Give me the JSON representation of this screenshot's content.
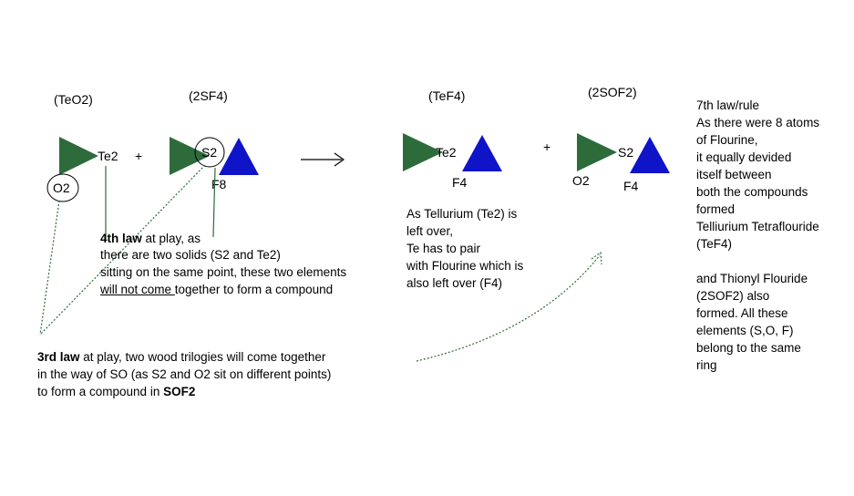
{
  "colors": {
    "wood": "#2e6b3a",
    "fire": "#0f14c8",
    "connector": "#2e6b3a",
    "line": "#000000"
  },
  "compounds": {
    "teo2": {
      "heading": "(TeO2)",
      "solid_label": "Te2",
      "ring_label": "O2"
    },
    "sf4": {
      "heading": "(2SF4)",
      "ring_label": "S2",
      "fire_label": "F8"
    },
    "tef4": {
      "heading": "(TeF4)",
      "solid_label": "Te2",
      "fire_label": "F4"
    },
    "sof2": {
      "heading": "(2SOF2)",
      "solid_label": "S2",
      "o_label": "O2",
      "fire_label": "F4"
    }
  },
  "operators": {
    "plus1": "+",
    "plus2": "+"
  },
  "law4": {
    "bold": "4th law",
    "line1_rest": " at play, as",
    "line2": "there are two solids (S2 and Te2)",
    "line3": "sitting on the same point, these two elements",
    "line4_underlined": "will not come ",
    "line4_rest": "together to form a compound"
  },
  "law3": {
    "bold": "3rd law",
    "line1_rest": " at play, two wood trilogies will come together",
    "line2": "in the way of SO (as S2 and O2 sit on different points)",
    "line3_start": "to form a compound in ",
    "line3_bold": "SOF2"
  },
  "tellurium_note": [
    "As Tellurium (Te2) is",
    "left over,",
    "Te has to pair",
    "with Flourine which is",
    "also left over (F4)"
  ],
  "law7": [
    "7th law/rule",
    "As there were 8 atoms",
    "of Flourine,",
    "it equally devided",
    "itself between",
    "both the compounds",
    "formed",
    "Telliurium Tetraflouride",
    "(TeF4)",
    "",
    "and Thionyl Flouride",
    "(2SOF2) also",
    "formed. All these",
    "elements (S,O, F)",
    "belong to the same",
    "ring"
  ]
}
